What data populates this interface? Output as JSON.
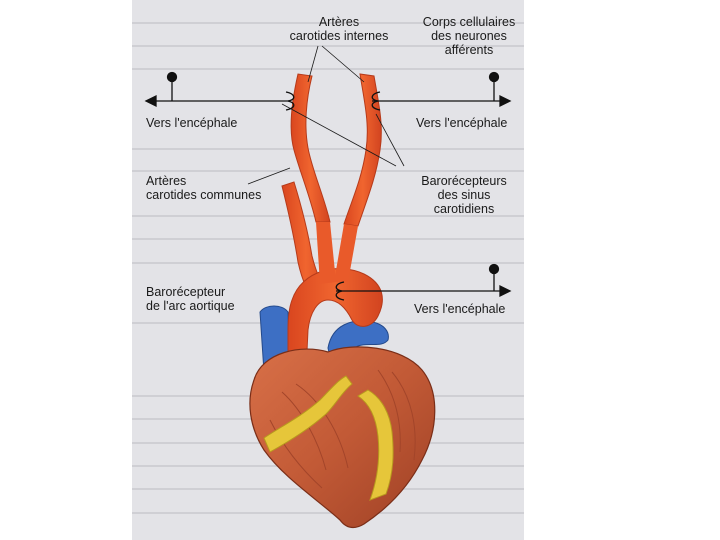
{
  "labels": {
    "carotides_internes": "Artères\ncarotides internes",
    "corps_cellulaires": "Corps cellulaires\ndes neurones\nafférents",
    "vers_encephale_left": "Vers l'encéphale",
    "vers_encephale_right_top": "Vers l'encéphale",
    "carotides_communes": "Artères\ncarotides communes",
    "barorecepteurs_sinus": "Barorécepteurs\ndes sinus\ncarotidiens",
    "barorecepteur_arc": "Barorécepteur\nde l'arc aortique",
    "vers_encephale_bottom": "Vers l'encéphale"
  },
  "colors": {
    "background": "#e3e3e7",
    "artery": "#e8542c",
    "vein": "#3d6fc4",
    "heart_muscle": "#c9623c",
    "fat": "#e6c63a",
    "nerve_line": "#111111"
  }
}
